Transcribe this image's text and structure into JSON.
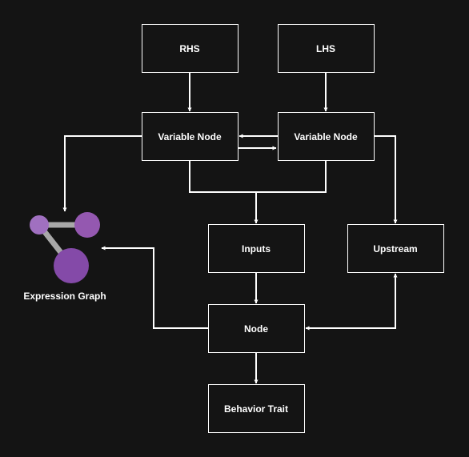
{
  "diagram": {
    "nodes": {
      "rhs": "RHS",
      "lhs": "LHS",
      "variable_node_left": "Variable Node",
      "variable_node_right": "Variable Node",
      "inputs": "Inputs",
      "upstream": "Upstream",
      "node": "Node",
      "behavior_trait": "Behavior Trait"
    },
    "expression_graph": {
      "label": "Expression Graph",
      "icon": "graph-icon",
      "node_colors": [
        "#a070c0",
        "#9458b0",
        "#844aa8"
      ],
      "edge_color": "#a8a8a8"
    },
    "colors": {
      "background": "#141414",
      "box_border": "#ffffff",
      "connector": "#ffffff",
      "text": "#ffffff"
    }
  }
}
